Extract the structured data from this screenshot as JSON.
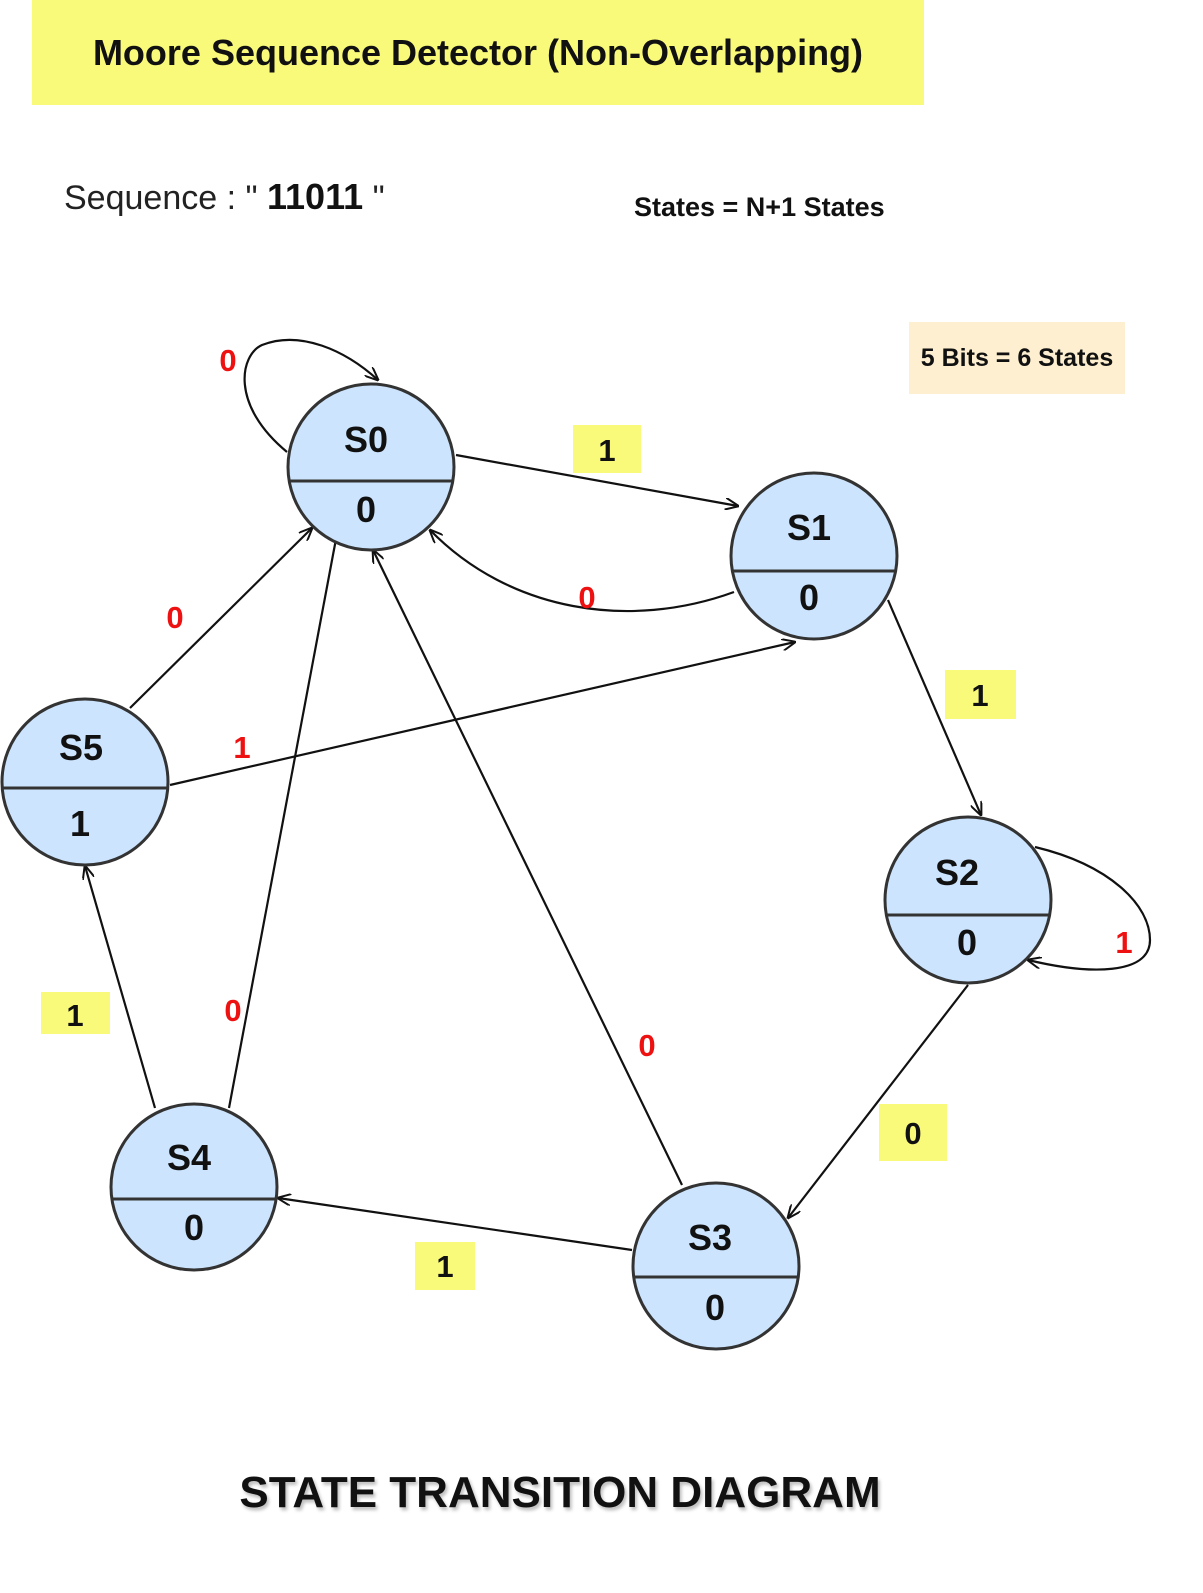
{
  "header": {
    "title": "Moore Sequence Detector (Non-Overlapping)"
  },
  "sequence": {
    "prefix": "Sequence : \" ",
    "value": "11011",
    "suffix": " \""
  },
  "states_rule": "States = N+1 States",
  "bits_note": "5 Bits = 6 States",
  "footer": "STATE TRANSITION DIAGRAM",
  "colors": {
    "title_bg": "#fafa7a",
    "state_fill": "#cce4fd",
    "state_stroke": "#333333",
    "label_red": "#ee1111",
    "label_highlight": "#fafa7a",
    "note_bg": "#fdefcf"
  },
  "states": [
    {
      "id": "S0",
      "name": "S0",
      "output": "0"
    },
    {
      "id": "S1",
      "name": "S1",
      "output": "0"
    },
    {
      "id": "S2",
      "name": "S2",
      "output": "0"
    },
    {
      "id": "S3",
      "name": "S3",
      "output": "0"
    },
    {
      "id": "S4",
      "name": "S4",
      "output": "0"
    },
    {
      "id": "S5",
      "name": "S5",
      "output": "1"
    }
  ],
  "transitions": [
    {
      "id": "s0-s0",
      "from": "S0",
      "to": "S0",
      "input": "0",
      "style": "red"
    },
    {
      "id": "s0-s1",
      "from": "S0",
      "to": "S1",
      "input": "1",
      "style": "highlight"
    },
    {
      "id": "s1-s0",
      "from": "S1",
      "to": "S0",
      "input": "0",
      "style": "red"
    },
    {
      "id": "s1-s2",
      "from": "S1",
      "to": "S2",
      "input": "1",
      "style": "highlight"
    },
    {
      "id": "s2-s2",
      "from": "S2",
      "to": "S2",
      "input": "1",
      "style": "red"
    },
    {
      "id": "s2-s3",
      "from": "S2",
      "to": "S3",
      "input": "0",
      "style": "highlight"
    },
    {
      "id": "s3-s0",
      "from": "S3",
      "to": "S0",
      "input": "0",
      "style": "red"
    },
    {
      "id": "s3-s4",
      "from": "S3",
      "to": "S4",
      "input": "1",
      "style": "highlight"
    },
    {
      "id": "s4-s0",
      "from": "S4",
      "to": "S0",
      "input": "0",
      "style": "red"
    },
    {
      "id": "s4-s5",
      "from": "S4",
      "to": "S5",
      "input": "1",
      "style": "highlight"
    },
    {
      "id": "s5-s0",
      "from": "S5",
      "to": "S0",
      "input": "0",
      "style": "red"
    },
    {
      "id": "s5-s1",
      "from": "S5",
      "to": "S1",
      "input": "1",
      "style": "red"
    }
  ]
}
